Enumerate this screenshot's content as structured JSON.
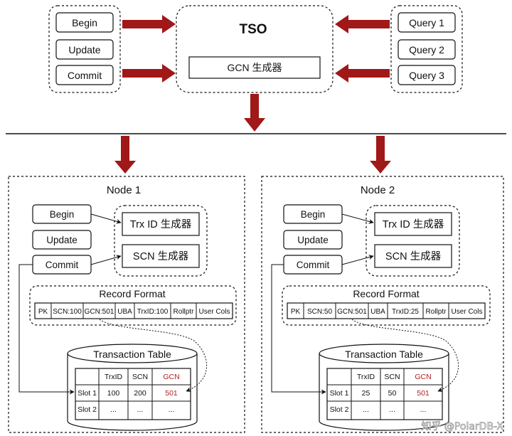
{
  "tso": {
    "title": "TSO",
    "gcn_generator": "GCN 生成器",
    "left_ops": [
      "Begin",
      "Update",
      "Commit"
    ],
    "right_queries": [
      "Query 1",
      "Query 2",
      "Query 3"
    ]
  },
  "nodes": [
    {
      "title": "Node 1",
      "ops": [
        "Begin",
        "Update",
        "Commit"
      ],
      "generators": [
        "Trx ID 生成器",
        "SCN 生成器"
      ],
      "record_format": {
        "title": "Record Format",
        "fields": [
          "PK",
          "SCN:100",
          "GCN:501",
          "UBA",
          "TrxID:100",
          "Rollptr",
          "User Cols"
        ]
      },
      "transaction_table": {
        "title": "Transaction Table",
        "headers": [
          "",
          "TrxID",
          "SCN",
          "GCN"
        ],
        "rows": [
          [
            "Slot 1",
            "100",
            "200",
            "501"
          ],
          [
            "Slot 2",
            "...",
            "...",
            "..."
          ]
        ]
      }
    },
    {
      "title": "Node 2",
      "ops": [
        "Begin",
        "Update",
        "Commit"
      ],
      "generators": [
        "Trx ID 生成器",
        "SCN 生成器"
      ],
      "record_format": {
        "title": "Record Format",
        "fields": [
          "PK",
          "SCN:50",
          "GCN:501",
          "UBA",
          "TrxID:25",
          "Rollptr",
          "User Cols"
        ]
      },
      "transaction_table": {
        "title": "Transaction Table",
        "headers": [
          "",
          "TrxID",
          "SCN",
          "GCN"
        ],
        "rows": [
          [
            "Slot 1",
            "25",
            "50",
            "501"
          ],
          [
            "Slot 2",
            "...",
            "...",
            "..."
          ]
        ]
      }
    }
  ],
  "watermark": "知乎 @PolarDB-X",
  "colors": {
    "arrow": "#a01818",
    "gcn_text": "#b02020",
    "line": "#111111"
  }
}
